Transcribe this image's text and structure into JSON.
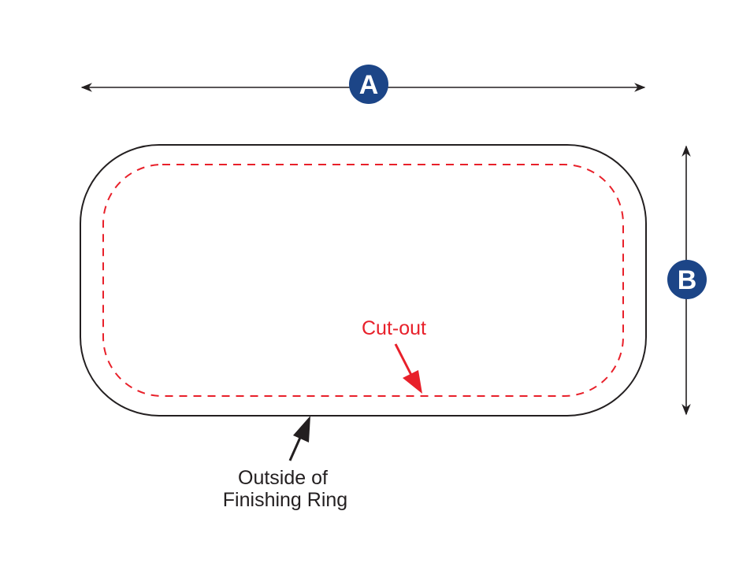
{
  "dimension_a": {
    "label": "A"
  },
  "dimension_b": {
    "label": "B"
  },
  "cutout": {
    "label": "Cut-out"
  },
  "finishing_ring": {
    "label_line1": "Outside of",
    "label_line2": "Finishing Ring"
  },
  "colors": {
    "badge": "#1c4587",
    "cutout": "#e8202a",
    "outline": "#231f20"
  }
}
